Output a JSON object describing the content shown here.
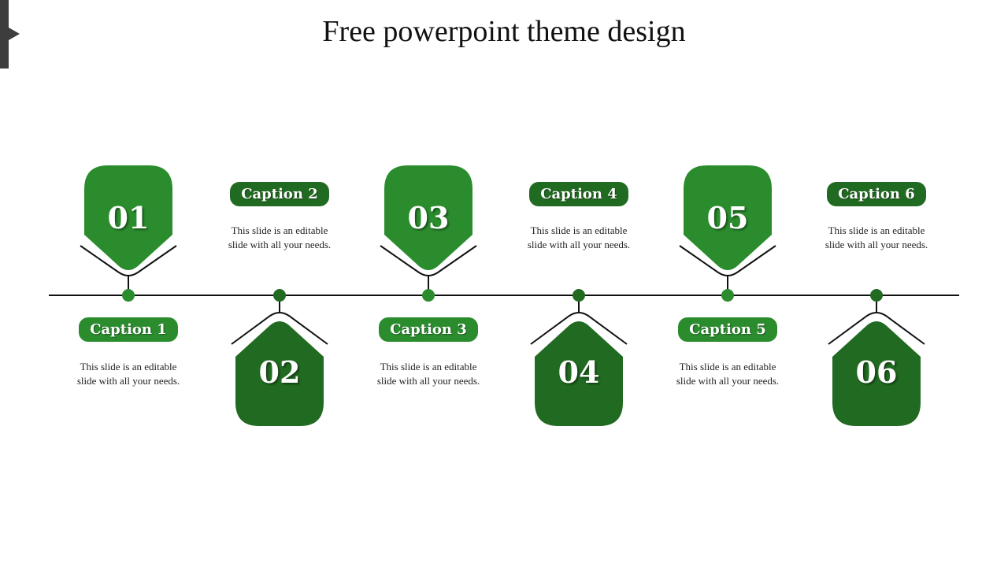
{
  "slide": {
    "title": "Free powerpoint theme design"
  },
  "colors": {
    "light_green": "#2B8C2E",
    "dark_green": "#216A21",
    "line": "#111111"
  },
  "items": [
    {
      "number": "01",
      "caption": "Caption 1",
      "text": "This slide is an editable slide with all your needs."
    },
    {
      "number": "02",
      "caption": "Caption 2",
      "text": "This slide is an editable slide with all your needs."
    },
    {
      "number": "03",
      "caption": "Caption 3",
      "text": "This slide is an editable slide with all your needs."
    },
    {
      "number": "04",
      "caption": "Caption 4",
      "text": "This slide is an editable slide with all your needs."
    },
    {
      "number": "05",
      "caption": "Caption 5",
      "text": "This slide is an editable slide with all your needs."
    },
    {
      "number": "06",
      "caption": "Caption 6",
      "text": "This slide is an editable slide with all your needs."
    }
  ]
}
